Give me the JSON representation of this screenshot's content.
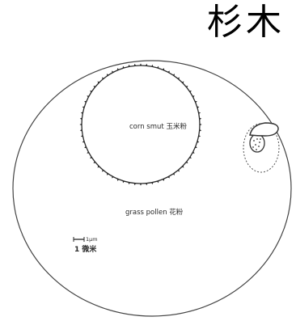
{
  "header": {
    "title": "杉木"
  },
  "diagram": {
    "labels": {
      "corn_smut": "corn smut 玉米粉",
      "grass_pollen": "grass pollen 花粉",
      "scale_unit": "1μm",
      "scale_caption": "1 微米"
    },
    "colors": {
      "background": "#ffffff",
      "outline": "#444444",
      "spike": "#2a2a2a",
      "text": "#2a2a2a"
    }
  }
}
